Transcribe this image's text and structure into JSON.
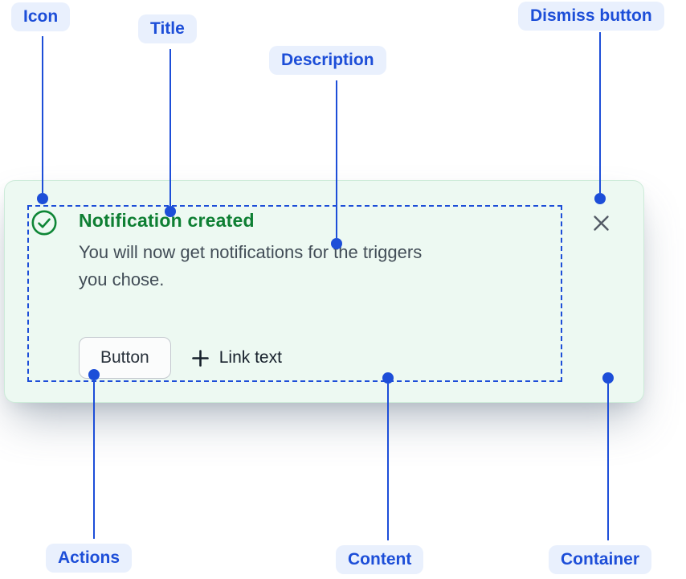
{
  "figure": {
    "type": "component-anatomy",
    "labels": {
      "icon": "Icon",
      "title": "Title",
      "description": "Description",
      "dismiss": "Dismiss button",
      "actions": "Actions",
      "content": "Content",
      "container": "Container"
    }
  },
  "notification": {
    "icon": "check-circle-icon",
    "title": "Notification created",
    "description": "You will now get notifications for the triggers\nyou chose.",
    "actions": {
      "button_label": "Button",
      "link_icon": "plus-icon",
      "link_label": "Link text"
    },
    "dismiss_icon": "close-icon"
  },
  "colors": {
    "annotation_blue": "#1d4ed8",
    "label_chip_background": "#e9f0fd",
    "card_background": "#edf9f2",
    "card_border": "#cdebd9",
    "success_green": "#0e7f33",
    "description_text": "#424d57",
    "close_icon": "#545b66",
    "button_border": "#c4c9cf"
  }
}
